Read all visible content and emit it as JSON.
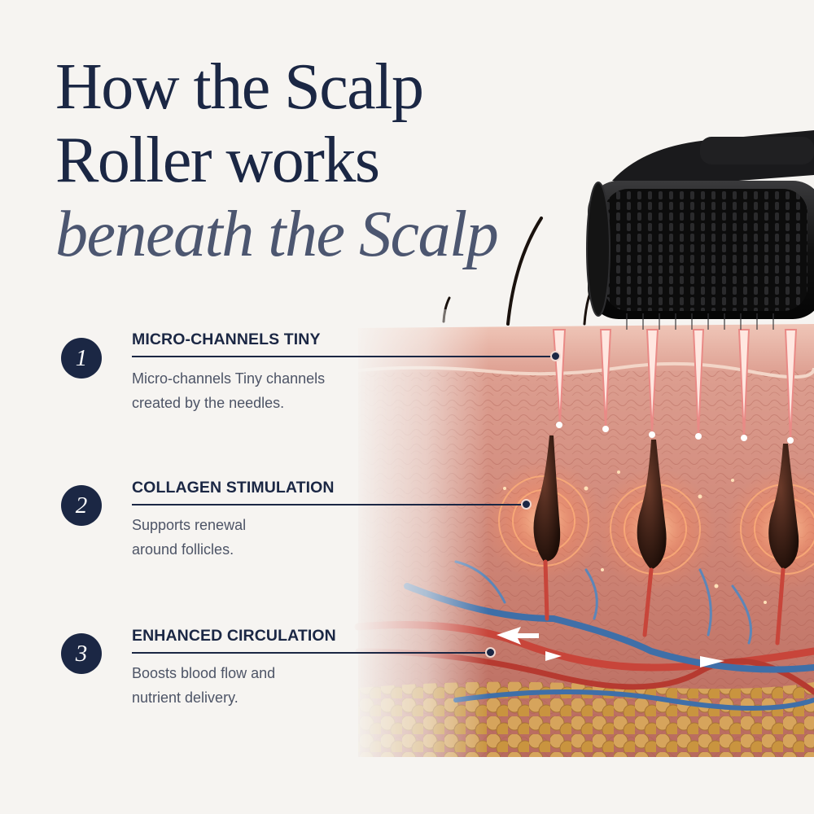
{
  "title": {
    "line1": "How the Scalp",
    "line2": "Roller works",
    "line3": "beneath the Scalp"
  },
  "steps": [
    {
      "number": "1",
      "title": "MICRO-CHANNELS TINY",
      "description": "Micro-channels Tiny channels created by the needles."
    },
    {
      "number": "2",
      "title": "COLLAGEN STIMULATION",
      "description": "Supports renewal around follicles."
    },
    {
      "number": "3",
      "title": "ENHANCED CIRCULATION",
      "description": "Boosts blood flow and nutrient delivery."
    }
  ],
  "colors": {
    "navy": "#1b2744",
    "slate": "#4c5670",
    "background": "#f6f4f1",
    "skin": "#d99a8a",
    "artery": "#c8453a",
    "vein": "#3f6fa8",
    "fat": "#d8a85e"
  }
}
